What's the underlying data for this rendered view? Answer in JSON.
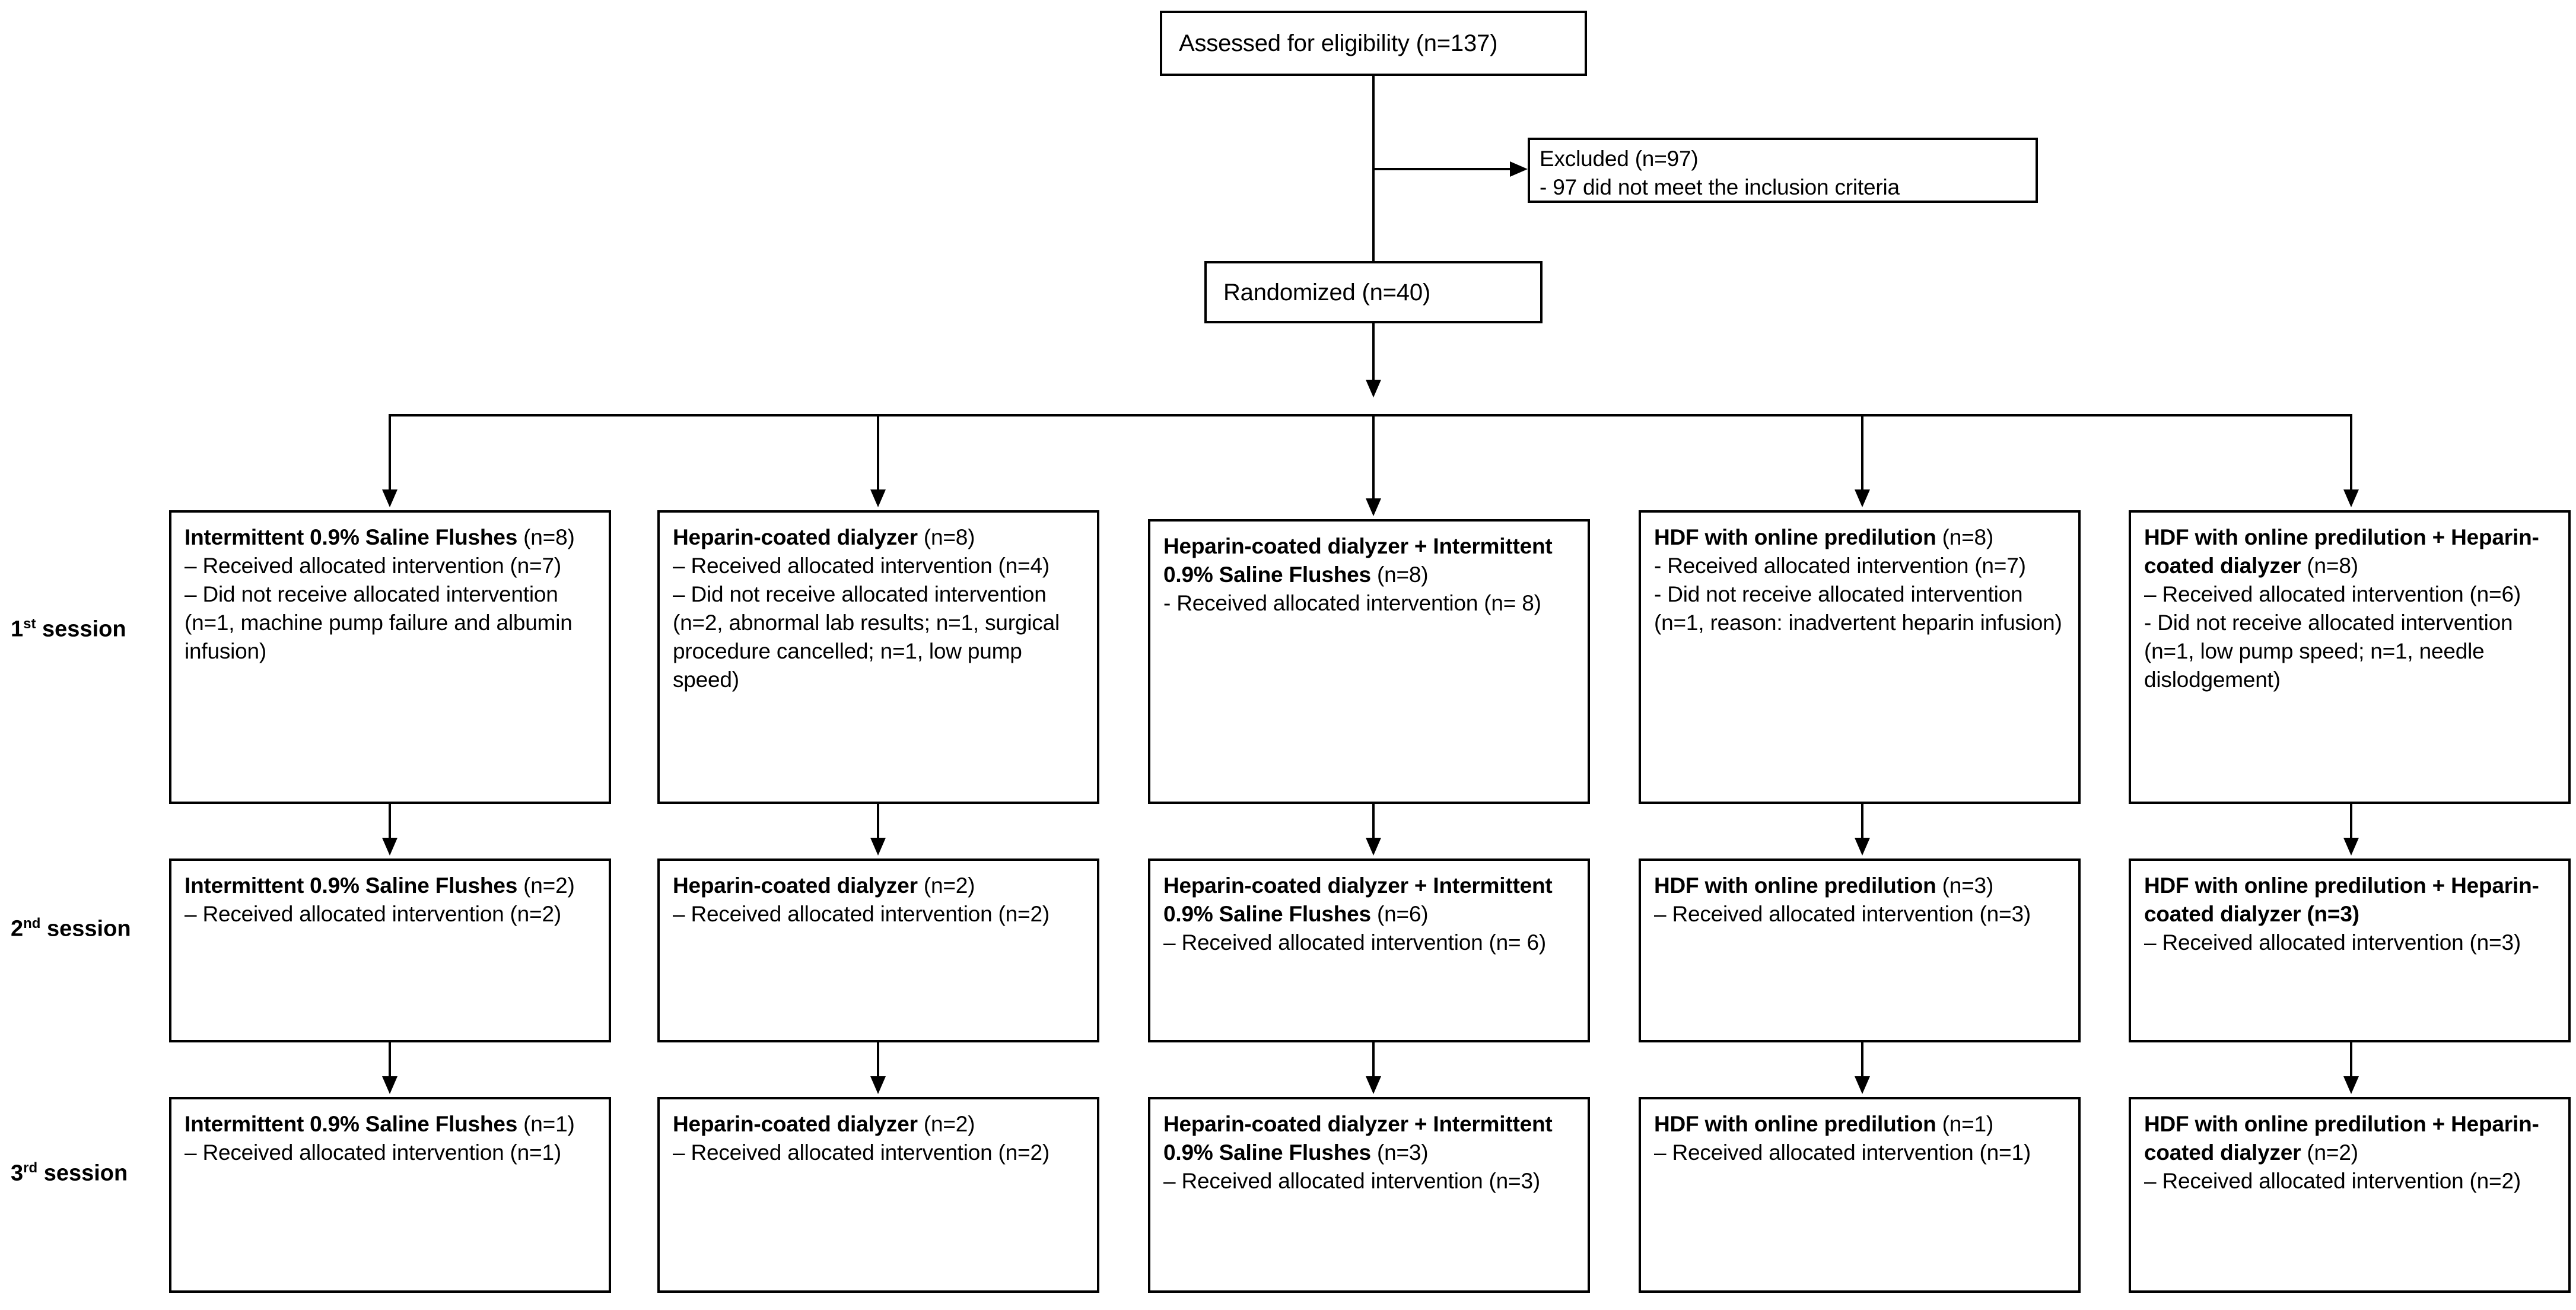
{
  "diagram": {
    "type": "consort-flow-diagram",
    "top": {
      "assessed": "Assessed for eligibility (n=137)",
      "excluded_title": "Excluded  (n=97)",
      "excluded_reason": "-   97 did not meet the inclusion criteria",
      "randomized": "Randomized (n=40)"
    },
    "session_labels": [
      {
        "ordinal": "1",
        "suffix": "st",
        "word": " session"
      },
      {
        "ordinal": "2",
        "suffix": "nd",
        "word": " session"
      },
      {
        "ordinal": "3",
        "suffix": "rd",
        "word": " session"
      }
    ],
    "arms": [
      {
        "name": "intermittent-saline-flushes",
        "sessions": [
          {
            "title_bold": "Intermittent 0.9%  Saline Flushes ",
            "title_norm": "(n=8)",
            "lines": [
              "– Received  allocated intervention (n=7)",
              "– Did not receive  allocated intervention (n=1, machine pump failure and albumin infusion)"
            ]
          },
          {
            "title_bold": "Intermittent 0.9%  Saline Flushes ",
            "title_norm": "(n=2)",
            "lines": [
              "– Received  allocated intervention (n=2)"
            ]
          },
          {
            "title_bold": "Intermittent 0.9%  Saline Flushes ",
            "title_norm": "(n=1)",
            "lines": [
              "– Received  allocated intervention (n=1)"
            ]
          }
        ]
      },
      {
        "name": "heparin-coated-dialyzer",
        "sessions": [
          {
            "title_bold": "Heparin-coated dialyzer ",
            "title_norm": "(n=8)",
            "lines": [
              "– Received  allocated intervention (n=4)",
              "– Did not receive  allocated intervention (n=2, abnormal lab results; n=1, surgical procedure cancelled; n=1, low pump speed)"
            ]
          },
          {
            "title_bold": "Heparin-coated dialyzer ",
            "title_norm": "(n=2)",
            "lines": [
              "– Received  allocated intervention (n=2)"
            ]
          },
          {
            "title_bold": "Heparin-coated dialyzer ",
            "title_norm": "(n=2)",
            "lines": [
              "– Received  allocated intervention (n=2)"
            ]
          }
        ]
      },
      {
        "name": "heparin-coated-dialyzer-plus-saline-flushes",
        "sessions": [
          {
            "title_bold": "Heparin-coated dialyzer + Intermittent 0.9%  Saline Flushes ",
            "title_norm": "(n=8)",
            "lines": [
              "- Received  allocated intervention (n= 8)"
            ]
          },
          {
            "title_bold": "Heparin-coated dialyzer + Intermittent 0.9%  Saline Flushes ",
            "title_norm": "(n=6)",
            "lines": [
              "– Received  allocated intervention (n= 6)"
            ]
          },
          {
            "title_bold": "Heparin-coated dialyzer + Intermittent 0.9%  Saline Flushes ",
            "title_norm": "(n=3)",
            "lines": [
              "– Received  allocated intervention (n=3)"
            ]
          }
        ]
      },
      {
        "name": "hdf-with-online-predilution",
        "sessions": [
          {
            "title_bold": "HDF with online predilution ",
            "title_norm": "(n=8)",
            "lines": [
              "- Received  allocated intervention (n=7)",
              "- Did not receive  allocated intervention  (n=1, reason: inadvertent  heparin  infusion)"
            ]
          },
          {
            "title_bold": "HDF with online predilution ",
            "title_norm": "(n=3)",
            "lines": [
              "– Received  allocated intervention (n=3)"
            ]
          },
          {
            "title_bold": "HDF with online predilution ",
            "title_norm": "(n=1)",
            "lines": [
              "– Received  allocated intervention (n=1)"
            ]
          }
        ]
      },
      {
        "name": "hdf-with-online-predilution-plus-heparin-coated-dialyzer",
        "sessions": [
          {
            "title_bold": "HDF with online predilution + Heparin-coated dialyzer ",
            "title_norm": "(n=8)",
            "lines": [
              "– Received  allocated intervention (n=6)",
              "- Did not receive allocated intervention (n=1, low pump speed; n=1, needle dislodgement)"
            ]
          },
          {
            "title_bold": "HDF with online predilution + Heparin-coated dialyzer (n=3)",
            "title_norm": "",
            "lines": [
              "– Received  allocated intervention (n=3)"
            ]
          },
          {
            "title_bold": "HDF with online predilution + Heparin-coated dialyzer ",
            "title_norm": "(n=2)",
            "lines": [
              "– Received  allocated intervention (n=2)"
            ]
          }
        ]
      }
    ]
  }
}
